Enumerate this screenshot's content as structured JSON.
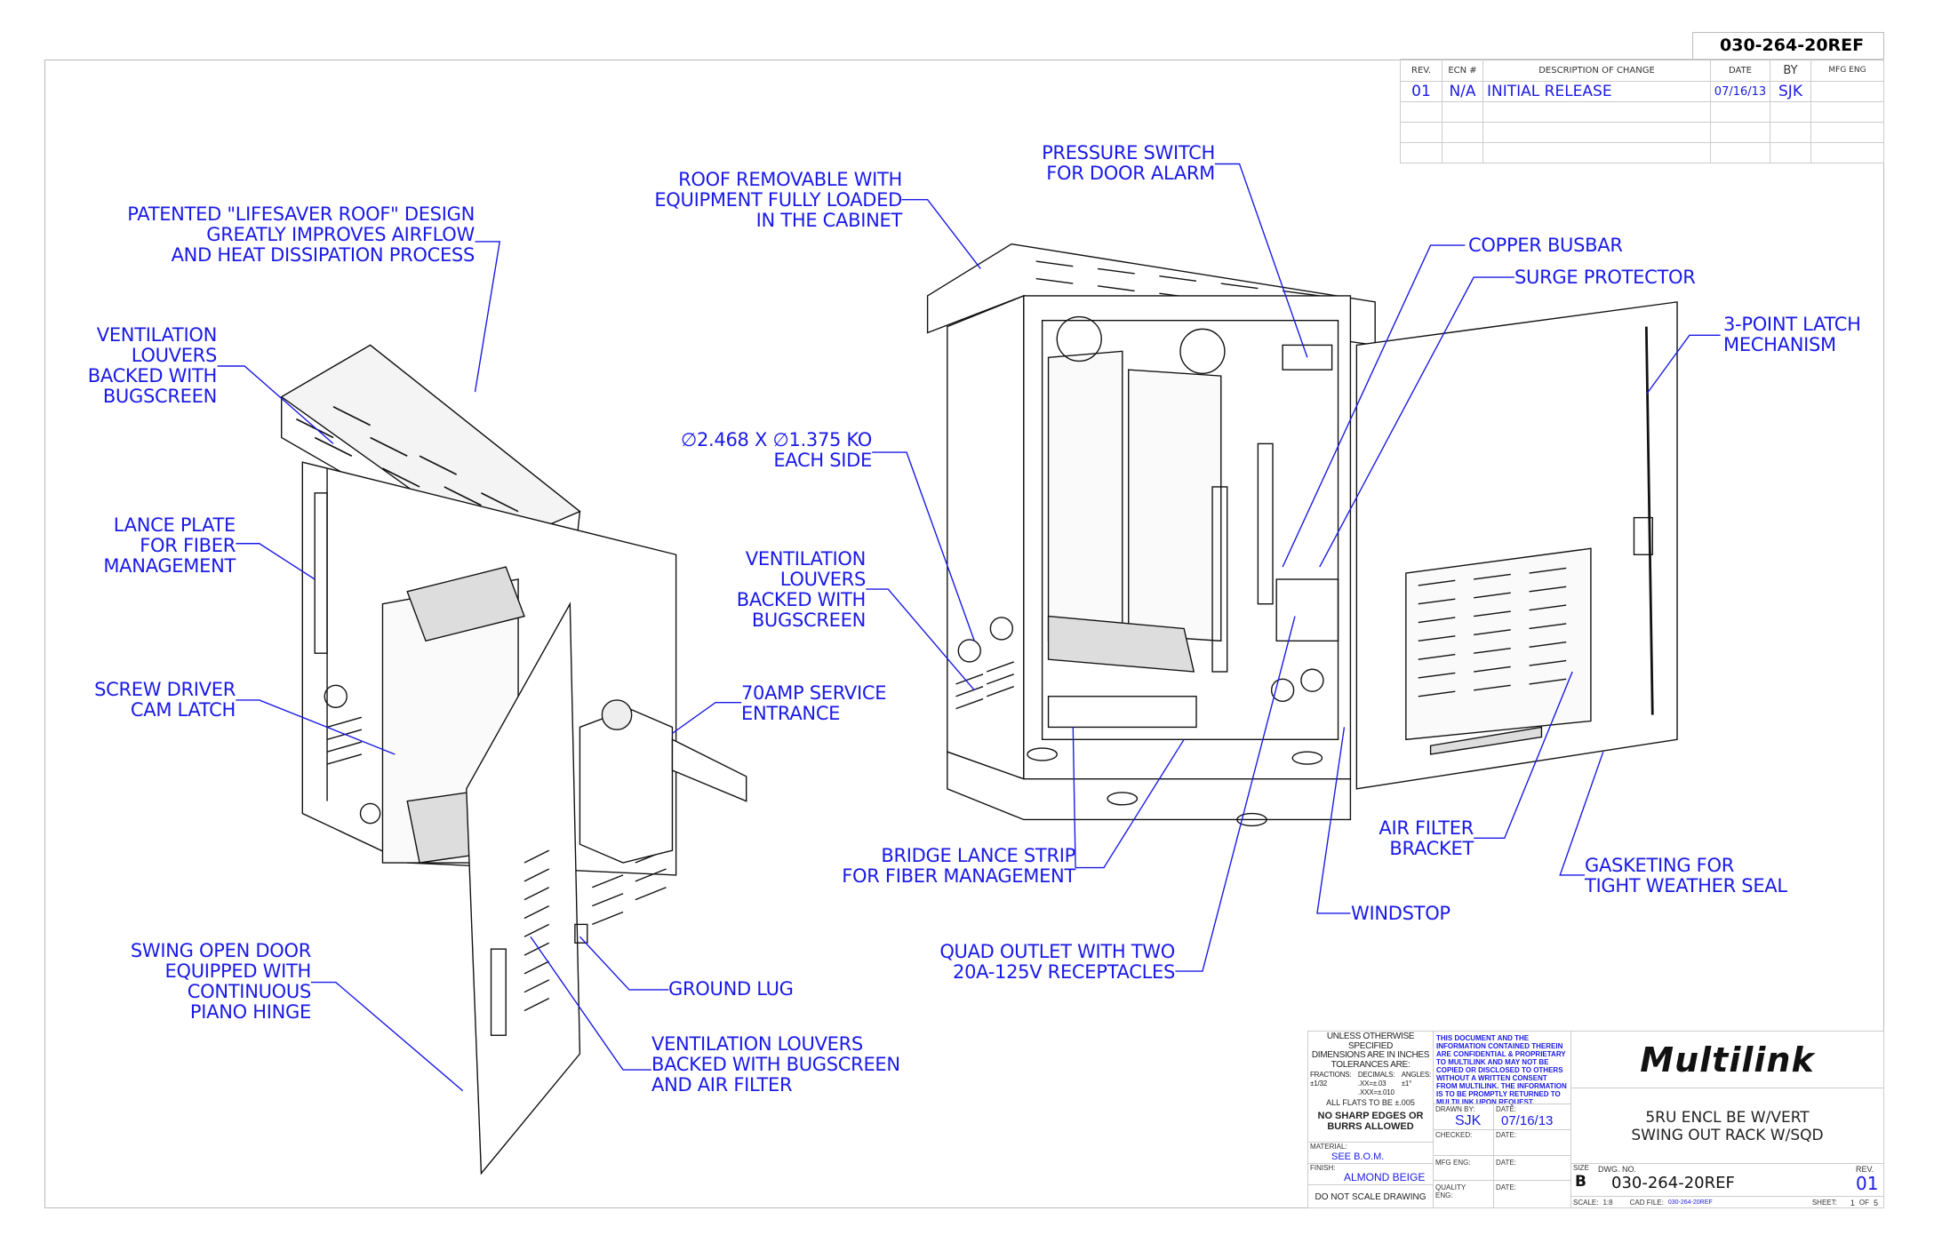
{
  "drawing_number_top": "030-264-20REF",
  "revision_block": {
    "headers": [
      "REV.",
      "ECN #",
      "DESCRIPTION OF CHANGE",
      "DATE",
      "BY",
      "MFG ENG"
    ],
    "rows": [
      [
        "01",
        "N/A",
        "INITIAL RELEASE",
        "07/16/13",
        "SJK",
        ""
      ]
    ]
  },
  "callouts": {
    "lifesaver_roof": "PATENTED \"LIFESAVER ROOF\" DESIGN\nGREATLY IMPROVES AIRFLOW\nAND HEAT DISSIPATION PROCESS",
    "roof_removable": "ROOF REMOVABLE WITH\nEQUIPMENT FULLY LOADED\nIN THE CABINET",
    "pressure_switch": "PRESSURE SWITCH\nFOR DOOR ALARM",
    "copper_busbar": "COPPER BUSBAR",
    "surge_protector": "SURGE PROTECTOR",
    "three_point_latch": "3-POINT LATCH\nMECHANISM",
    "vent_louvers_left": "VENTILATION\nLOUVERS\nBACKED WITH\nBUGSCREEN",
    "knockouts": "∅2.468 X ∅1.375 KO\nEACH SIDE",
    "lance_plate": "LANCE PLATE\nFOR FIBER\nMANAGEMENT",
    "vent_louvers_mid": "VENTILATION\nLOUVERS\nBACKED WITH\nBUGSCREEN",
    "screw_driver": "SCREW DRIVER\nCAM LATCH",
    "service_entrance": "70AMP SERVICE\nENTRANCE",
    "bridge_lance": "BRIDGE LANCE STRIP\nFOR FIBER MANAGEMENT",
    "air_filter_bracket": "AIR FILTER\nBRACKET",
    "gasketing": "GASKETING FOR\nTIGHT WEATHER SEAL",
    "windstop": "WINDSTOP",
    "quad_outlet": "QUAD OUTLET WITH TWO\n20A-125V RECEPTACLES",
    "swing_door": "SWING OPEN DOOR\nEQUIPPED WITH\nCONTINUOUS\nPIANO HINGE",
    "ground_lug": "GROUND LUG",
    "vent_louvers_bottom": "VENTILATION LOUVERS\nBACKED WITH BUGSCREEN\nAND AIR FILTER"
  },
  "title_block": {
    "tolerances": "UNLESS OTHERWISE SPECIFIED\nDIMENSIONS ARE IN INCHES\nTOLERANCES ARE:",
    "fractions_label": "FRACTIONS:",
    "fractions_value": "±1/32",
    "decimals_label": "DECIMALS:",
    "decimals_value": ".XX=±.03\n.XXX=±.010",
    "angles_label": "ANGLES:",
    "angles_value": "±1°",
    "flats": "ALL FLATS TO BE ±.005",
    "no_sharp": "NO SHARP EDGES OR\nBURRS ALLOWED",
    "material_label": "MATERIAL:",
    "material_value": "SEE B.O.M.",
    "finish_label": "FINISH:",
    "finish_value": "ALMOND BEIGE",
    "do_not_scale": "DO NOT SCALE DRAWING",
    "confidential": "THIS DOCUMENT AND THE INFORMATION CONTAINED THEREIN ARE CONFIDENTIAL & PROPRIETARY TO MULTILINK AND MAY NOT BE COPIED OR DISCLOSED TO OTHERS WITHOUT A WRITTEN CONSENT FROM MULTILINK. THE INFORMATION IS TO BE PROMPTLY RETURNED TO MULTILINK UPON REQUEST.",
    "drawn_by_label": "DRAWN BY:",
    "drawn_by": "SJK",
    "date_label": "DATE:",
    "drawn_date": "07/16/13",
    "checked_label": "CHECKED:",
    "mfg_eng_label": "MFG ENG:",
    "quality_label": "QUALITY\nENG:",
    "logo": "Multilink",
    "title": "5RU ENCL BE W/VERT\nSWING OUT RACK W/SQD",
    "size_label": "SIZE",
    "size": "B",
    "dwg_no_label": "DWG. NO.",
    "dwg_no": "030-264-20REF",
    "rev_label": "REV.",
    "rev": "01",
    "scale_label": "SCALE:",
    "scale": "1:8",
    "cad_file_label": "CAD FILE:",
    "cad_file": "030-264-20REF",
    "sheet_label": "SHEET:",
    "sheet": "1",
    "of_label": "OF",
    "sheet_total": "5"
  }
}
